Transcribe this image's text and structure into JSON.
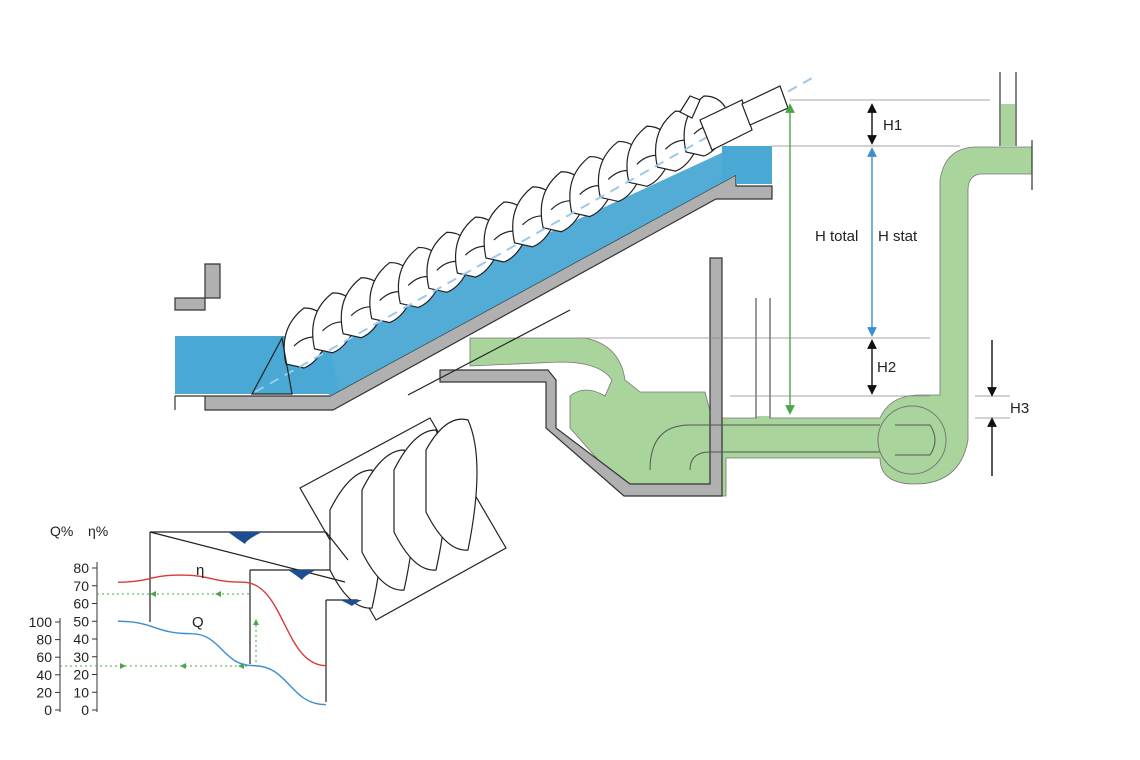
{
  "colors": {
    "water": "#4aa8d4",
    "green_liquid": "#a9d49b",
    "concrete": "#b0b0b0",
    "outline": "#333333",
    "arrow_black": "#111111",
    "arrow_blue": "#3a8fd0",
    "arrow_green": "#4ba64b",
    "efficiency_curve": "#d83a3a",
    "flow_curve": "#3a8fd0",
    "axis": "#333333",
    "dark_blue_marker": "#1d4e8f"
  },
  "labels": {
    "h1": "H1",
    "h2": "H2",
    "h3": "H3",
    "h_total": "H total",
    "h_stat": "H stat"
  },
  "chart_data": {
    "type": "line",
    "axis_titles": {
      "q_axis": "Q%",
      "eta_axis": "η%"
    },
    "q_ticks": [
      "100",
      "80",
      "60",
      "40",
      "20",
      "0"
    ],
    "eta_ticks": [
      "80",
      "70",
      "60",
      "50",
      "40",
      "30",
      "20",
      "10",
      "0"
    ],
    "series": [
      {
        "name": "η",
        "points": [
          [
            0,
            72
          ],
          [
            30,
            76
          ],
          [
            60,
            72
          ],
          [
            100,
            25
          ]
        ]
      },
      {
        "name": "Q",
        "points": [
          [
            0,
            50
          ],
          [
            35,
            43
          ],
          [
            65,
            25
          ],
          [
            100,
            3
          ]
        ]
      }
    ]
  }
}
